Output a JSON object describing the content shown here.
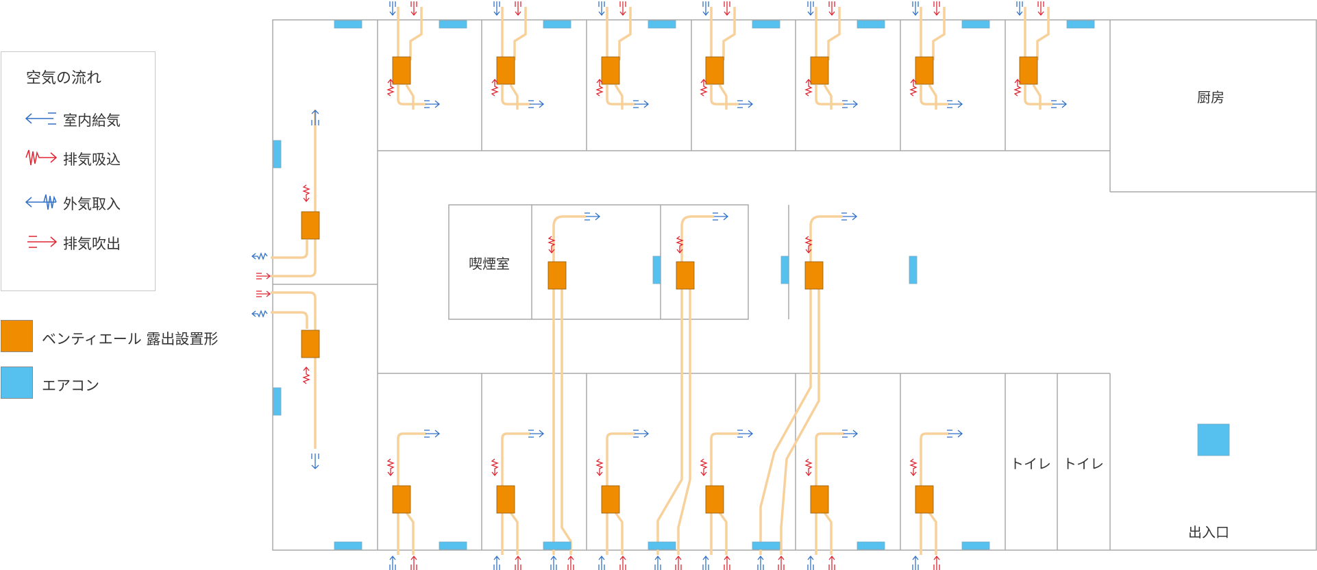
{
  "legend": {
    "title": "空気の流れ",
    "items": [
      {
        "icon": "supply-arrow-icon",
        "label": "室内給気",
        "color": "#2f6fc6"
      },
      {
        "icon": "exhaust-intake-icon",
        "label": "排気吸込",
        "color": "#e02430"
      },
      {
        "icon": "outdoor-intake-icon",
        "label": "外気取入",
        "color": "#2f6fc6"
      },
      {
        "icon": "exhaust-outlet-icon",
        "label": "排気吹出",
        "color": "#e02430"
      }
    ],
    "equipment": [
      {
        "label": "ベンティエール 露出設置形",
        "color": "#f08c00"
      },
      {
        "label": "エアコン",
        "color": "#56c0ef"
      }
    ]
  },
  "rooms": {
    "kitchen": "厨房",
    "smoking_room": "喫煙室",
    "toilet_1": "トイレ",
    "toilet_2": "トイレ",
    "entrance": "出入口"
  },
  "colors": {
    "wall": "#a8a8a8",
    "duct": "#f7d09a",
    "unit": "#f08c00",
    "aircon": "#56c0ef",
    "supply": "#2f6fc6",
    "exhaust": "#e02430"
  }
}
